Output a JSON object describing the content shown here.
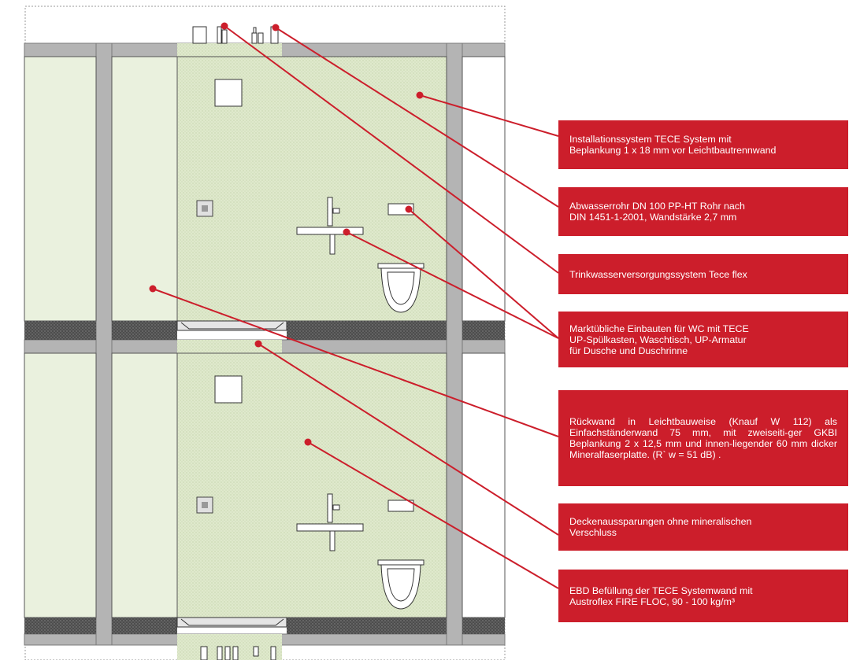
{
  "colors": {
    "callout_bg": "#cc1e2b",
    "leader_line": "#cc1e2b",
    "concrete": "#b4b4b4",
    "concrete_edge": "#7a7a7a",
    "installation_wall_fill": "#dfe9cc",
    "back_wall_fill": "#eaf1de",
    "floor_band": "#4d4d4d",
    "outline": "#333333"
  },
  "callouts": [
    {
      "id": "installation-system",
      "lines": [
        "Installationssystem TECE System mit",
        "Beplankung 1 x 18 mm vor Leichtbautrennwand"
      ]
    },
    {
      "id": "waste-pipe",
      "lines": [
        "Abwasserrohr DN 100 PP-HT Rohr nach",
        "DIN 1451-1-2001, Wandstärke 2,7 mm"
      ]
    },
    {
      "id": "drinking-water",
      "lines": [
        "Trinkwasserversorgungssystem Tece flex"
      ]
    },
    {
      "id": "fixtures",
      "lines": [
        "Marktübliche Einbauten für WC mit TECE",
        "UP-Spülkasten, Waschtisch, UP-Armatur",
        "für Dusche und Duschrinne"
      ]
    },
    {
      "id": "back-wall",
      "lines": [
        "Rückwand in Leichtbauweise (Knauf W 112) als Einfachständerwand 75 mm, mit zweiseiti-ger GKBI Beplankung 2 x 12,5 mm und innen-liegender 60 mm dicker Mineralfaserplatte. (R` w = 51 dB) ."
      ]
    },
    {
      "id": "ceiling-openings",
      "lines": [
        "Deckenaussparungen ohne mineralischen",
        "Verschluss"
      ]
    },
    {
      "id": "ebd-filling",
      "lines": [
        "EBD Befüllung der TECE Systemwand mit",
        "Austroflex FIRE FLOC, 90 - 100 kg/m³"
      ]
    }
  ]
}
